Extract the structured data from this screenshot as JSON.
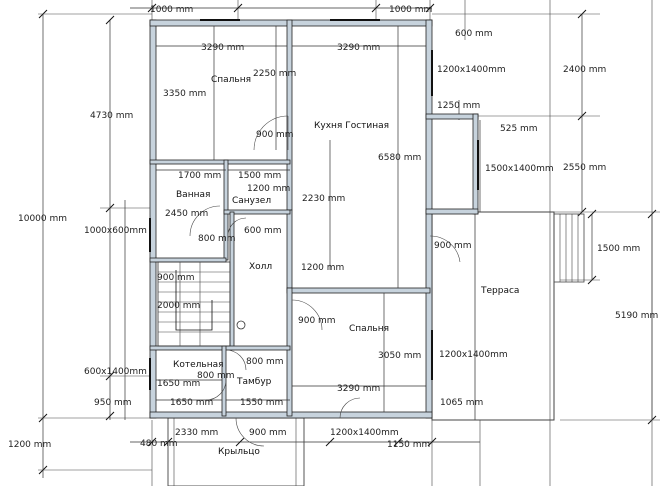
{
  "rooms": {
    "bedroom_top": "Спальня",
    "kitchen": "Кухня  Гостиная",
    "bathroom": "Ванная",
    "wc": "Санузел",
    "hall": "Холл",
    "bedroom_bottom": "Спальня",
    "boiler": "Котельная",
    "vestibule": "Тамбур",
    "terrace": "Терраса",
    "porch": "Крыльцо"
  },
  "dims": {
    "top_left": "1000 mm",
    "top_right": "1000 mm",
    "bed_w": "3290 mm",
    "kitchen_w": "3290 mm",
    "top_600": "600 mm",
    "win_1200x1400_a": "1200x1400mm",
    "total_2400": "2400 mm",
    "bed_h": "3350 mm",
    "bed_2250": "2250 mm",
    "left_4730": "4730 mm",
    "right_1250": "1250 mm",
    "door_900_a": "900 mm",
    "kitchen_h": "6580 mm",
    "right_525": "525 mm",
    "right_2550": "2550 mm",
    "win_1500x1400": "1500x1400mm",
    "bath_w": "1700 mm",
    "wc_w": "1500 mm",
    "wc_h": "1200 mm",
    "kitchen_2230": "2230 mm",
    "left_10000": "10000 mm",
    "win_1000x600": "1000x600mm",
    "bath_h": "2450 mm",
    "door_800_a": "800 mm",
    "door_600": "600 mm",
    "door_900_b": "900 mm",
    "right_1500": "1500 mm",
    "stair_900": "900 mm",
    "kitchen_1200": "1200 mm",
    "stair_2000": "2000 mm",
    "right_5190": "5190 mm",
    "door_900_c": "900 mm",
    "bed2_h": "3050 mm",
    "win_1200x1400_b": "1200x1400mm",
    "vest_800": "800 mm",
    "win_600x1400": "600x1400mm",
    "boiler_800": "800 mm",
    "boiler_1650": "1650 mm",
    "bed2_w": "3290 mm",
    "left_950": "950 mm",
    "boiler_1650_b": "1650 mm",
    "vest_1550": "1550 mm",
    "right_1065": "1065 mm",
    "left_1200": "1200 mm",
    "porch_480": "480 mm",
    "porch_2330": "2330 mm",
    "door_900_d": "900 mm",
    "win_1200x1400_c": "1200x1400mm",
    "bottom_1150": "1150 mm"
  }
}
